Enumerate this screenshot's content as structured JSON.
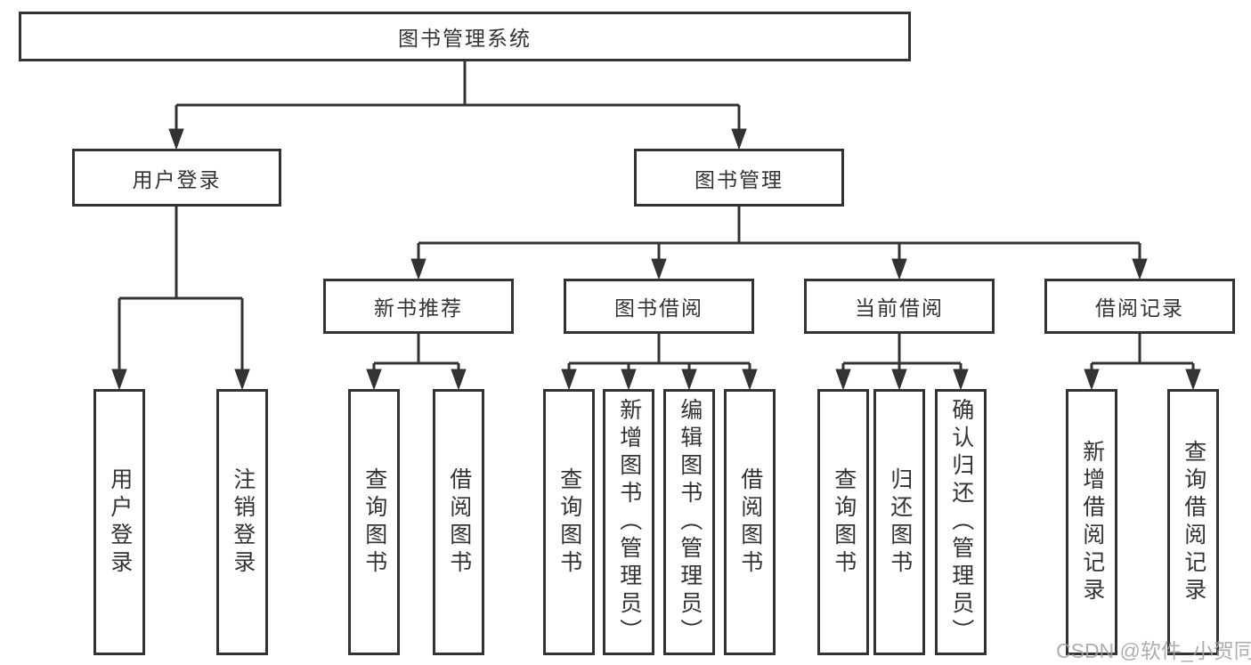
{
  "diagram_type": "hierarchy-tree",
  "nodes": {
    "root": {
      "label": "图书管理系统"
    },
    "level2": [
      {
        "label": "用户登录"
      },
      {
        "label": "图书管理"
      }
    ],
    "level3": [
      {
        "label": "新书推荐"
      },
      {
        "label": "图书借阅"
      },
      {
        "label": "当前借阅"
      },
      {
        "label": "借阅记录"
      }
    ],
    "leaves": {
      "user_login": [
        {
          "label": "用户登录"
        },
        {
          "label": "注销登录"
        }
      ],
      "new_book_recommendation": [
        {
          "label": "查询图书"
        },
        {
          "label": "借阅图书"
        }
      ],
      "book_borrowing": [
        {
          "label": "查询图书"
        },
        {
          "label": "新增图书（管理员）"
        },
        {
          "label": "编辑图书（管理员）"
        },
        {
          "label": "借阅图书"
        }
      ],
      "current_borrowing": [
        {
          "label": "查询图书"
        },
        {
          "label": "归还图书"
        },
        {
          "label": "确认归还（管理员）"
        }
      ],
      "borrowing_records": [
        {
          "label": "新增借阅记录"
        },
        {
          "label": "查询借阅记录"
        }
      ]
    }
  },
  "watermark": {
    "text": "CSDN @软件_小贺同学"
  },
  "colors": {
    "line": "#333333",
    "box_border": "#333333",
    "box_background": "#ffffff",
    "text": "#333333",
    "watermark": "#a0a0a0",
    "background": "#ffffff"
  }
}
